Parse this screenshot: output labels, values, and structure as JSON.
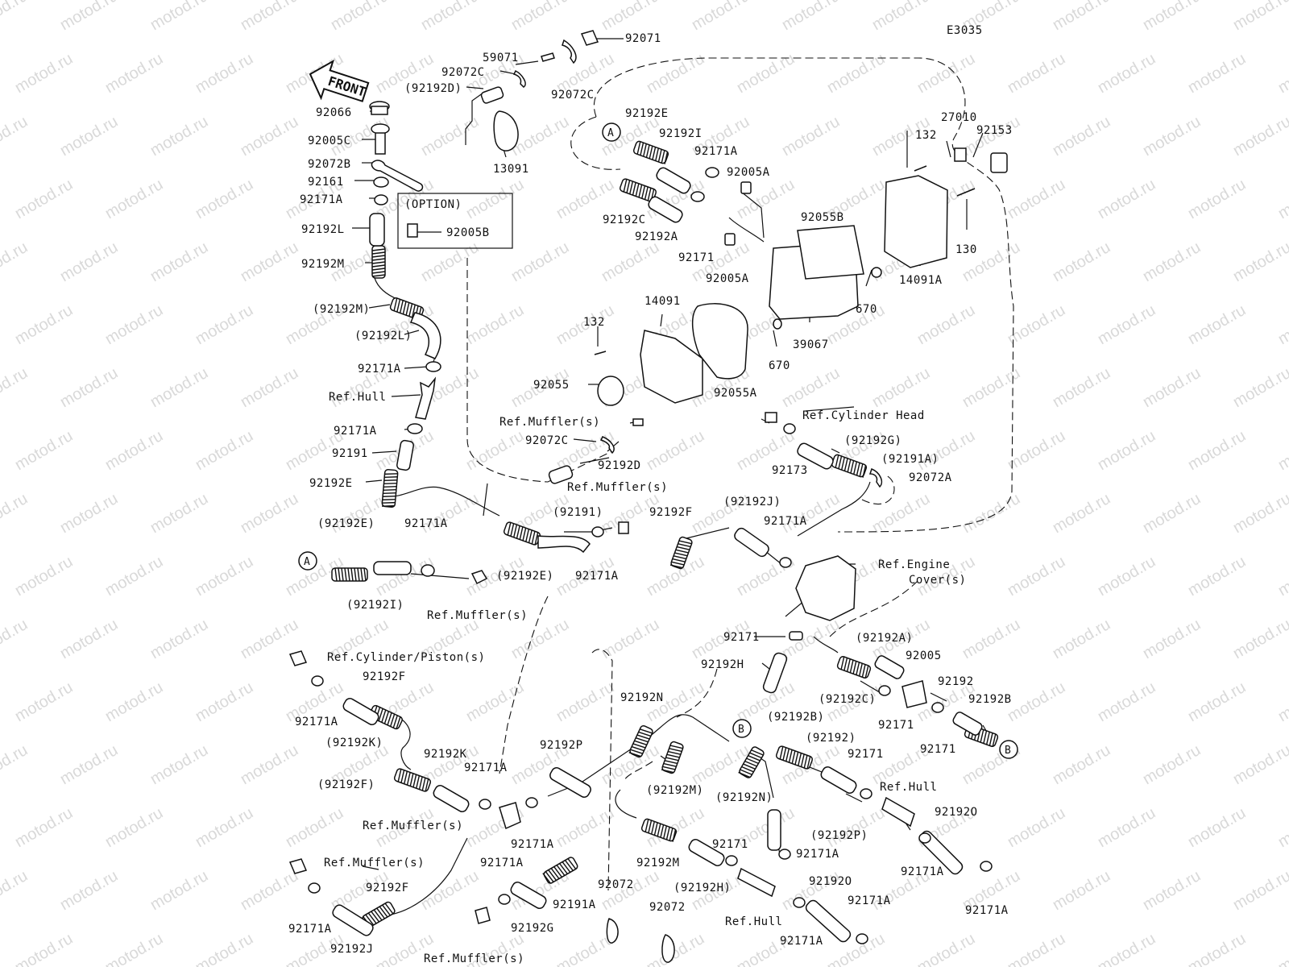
{
  "code": "E3035",
  "front_label": "FRONT",
  "option_label": "(OPTION)",
  "watermark": "motod.ru",
  "labels": [
    {
      "id": "l1",
      "text": "92071"
    },
    {
      "id": "l2",
      "text": "59071"
    },
    {
      "id": "l3",
      "text": "92072C"
    },
    {
      "id": "l4",
      "text": "(92192D)"
    },
    {
      "id": "l5",
      "text": "92072C"
    },
    {
      "id": "l6",
      "text": "92066"
    },
    {
      "id": "l7",
      "text": "92005C"
    },
    {
      "id": "l8",
      "text": "92072B"
    },
    {
      "id": "l9",
      "text": "92161"
    },
    {
      "id": "l10",
      "text": "92171A"
    },
    {
      "id": "l11",
      "text": "92192L"
    },
    {
      "id": "l12",
      "text": "92005B"
    },
    {
      "id": "l13",
      "text": "13091"
    },
    {
      "id": "l14",
      "text": "92192M"
    },
    {
      "id": "l15",
      "text": "(92192M)"
    },
    {
      "id": "l16",
      "text": "(92192L)"
    },
    {
      "id": "l17",
      "text": "92171A"
    },
    {
      "id": "l18",
      "text": "Ref.Hull"
    },
    {
      "id": "l19",
      "text": "92171A"
    },
    {
      "id": "l20",
      "text": "92191"
    },
    {
      "id": "l21",
      "text": "92192E"
    },
    {
      "id": "l22",
      "text": "92192E"
    },
    {
      "id": "l23",
      "text": "92192I"
    },
    {
      "id": "l24",
      "text": "92171A"
    },
    {
      "id": "l25",
      "text": "92005A"
    },
    {
      "id": "l26",
      "text": "92192C"
    },
    {
      "id": "l27",
      "text": "92192A"
    },
    {
      "id": "l28",
      "text": "92171"
    },
    {
      "id": "l29",
      "text": "92005A"
    },
    {
      "id": "l30",
      "text": "92055B"
    },
    {
      "id": "l31",
      "text": "132"
    },
    {
      "id": "l32",
      "text": "27010"
    },
    {
      "id": "l33",
      "text": "92153"
    },
    {
      "id": "l34",
      "text": "130"
    },
    {
      "id": "l35",
      "text": "14091A"
    },
    {
      "id": "l36",
      "text": "670"
    },
    {
      "id": "l37",
      "text": "39067"
    },
    {
      "id": "l38",
      "text": "670"
    },
    {
      "id": "l39",
      "text": "14091"
    },
    {
      "id": "l40",
      "text": "132"
    },
    {
      "id": "l41",
      "text": "92055"
    },
    {
      "id": "l42",
      "text": "92055A"
    },
    {
      "id": "l43",
      "text": "Ref.Muffler(s)"
    },
    {
      "id": "l44",
      "text": "92072C"
    },
    {
      "id": "l45",
      "text": "92192D"
    },
    {
      "id": "l46",
      "text": "Ref.Cylinder Head"
    },
    {
      "id": "l47",
      "text": "(92192G)"
    },
    {
      "id": "l48",
      "text": "(92191A)"
    },
    {
      "id": "l49",
      "text": "92173"
    },
    {
      "id": "l50",
      "text": "92072A"
    },
    {
      "id": "l51",
      "text": "Ref.Muffler(s)"
    },
    {
      "id": "l52",
      "text": "(92191)"
    },
    {
      "id": "l53",
      "text": "92192F"
    },
    {
      "id": "l54",
      "text": "(92192J)"
    },
    {
      "id": "l55",
      "text": "92171A"
    },
    {
      "id": "l56",
      "text": "(92192E)"
    },
    {
      "id": "l57",
      "text": "92171A"
    },
    {
      "id": "l58",
      "text": "(92192E)"
    },
    {
      "id": "l59",
      "text": "92171A"
    },
    {
      "id": "l60",
      "text": "(92192I)"
    },
    {
      "id": "l61",
      "text": "Ref.Muffler(s)"
    },
    {
      "id": "l62",
      "text": "Ref.Engine"
    },
    {
      "id": "l63",
      "text": "Cover(s)"
    },
    {
      "id": "l64",
      "text": "92171"
    },
    {
      "id": "l65",
      "text": "92192H"
    },
    {
      "id": "l66",
      "text": "(92192A)"
    },
    {
      "id": "l67",
      "text": "92005"
    },
    {
      "id": "l68",
      "text": "(92192C)"
    },
    {
      "id": "l69",
      "text": "92171"
    },
    {
      "id": "l70",
      "text": "92192"
    },
    {
      "id": "l71",
      "text": "92192B"
    },
    {
      "id": "l72",
      "text": "92171"
    },
    {
      "id": "l73",
      "text": "Ref.Cylinder/Piston(s)"
    },
    {
      "id": "l74",
      "text": "92192F"
    },
    {
      "id": "l75",
      "text": "92171A"
    },
    {
      "id": "l76",
      "text": "(92192K)"
    },
    {
      "id": "l77",
      "text": "92192K"
    },
    {
      "id": "l78",
      "text": "(92192F)"
    },
    {
      "id": "l79",
      "text": "92171A"
    },
    {
      "id": "l80",
      "text": "Ref.Muffler(s)"
    },
    {
      "id": "l81",
      "text": "92171A"
    },
    {
      "id": "l82",
      "text": "92192P"
    },
    {
      "id": "l83",
      "text": "92192N"
    },
    {
      "id": "l84",
      "text": "(92192M)"
    },
    {
      "id": "l85",
      "text": "(92192N)"
    },
    {
      "id": "l86",
      "text": "(92192B)"
    },
    {
      "id": "l87",
      "text": "(92192)"
    },
    {
      "id": "l88",
      "text": "92171"
    },
    {
      "id": "l89",
      "text": "Ref.Hull"
    },
    {
      "id": "l90",
      "text": "92192O"
    },
    {
      "id": "l91",
      "text": "(92192P)"
    },
    {
      "id": "l92",
      "text": "92171A"
    },
    {
      "id": "l93",
      "text": "92171A"
    },
    {
      "id": "l94",
      "text": "92171A"
    },
    {
      "id": "l95",
      "text": "Ref.Muffler(s)"
    },
    {
      "id": "l96",
      "text": "92192F"
    },
    {
      "id": "l97",
      "text": "92171A"
    },
    {
      "id": "l98",
      "text": "92192J"
    },
    {
      "id": "l99",
      "text": "92171A"
    },
    {
      "id": "l100",
      "text": "92192G"
    },
    {
      "id": "l101",
      "text": "92191A"
    },
    {
      "id": "l102",
      "text": "92072"
    },
    {
      "id": "l103",
      "text": "92072"
    },
    {
      "id": "l104",
      "text": "Ref.Muffler(s)"
    },
    {
      "id": "l105",
      "text": "92192M"
    },
    {
      "id": "l106",
      "text": "(92192H)"
    },
    {
      "id": "l107",
      "text": "92171"
    },
    {
      "id": "l108",
      "text": "Ref.Hull"
    },
    {
      "id": "l109",
      "text": "92192O"
    },
    {
      "id": "l110",
      "text": "92171A"
    },
    {
      "id": "l111",
      "text": "92171A"
    }
  ],
  "circle_markers": [
    {
      "id": "cA1",
      "text": "A"
    },
    {
      "id": "cA2",
      "text": "A"
    },
    {
      "id": "cB1",
      "text": "B"
    },
    {
      "id": "cB2",
      "text": "B"
    }
  ]
}
